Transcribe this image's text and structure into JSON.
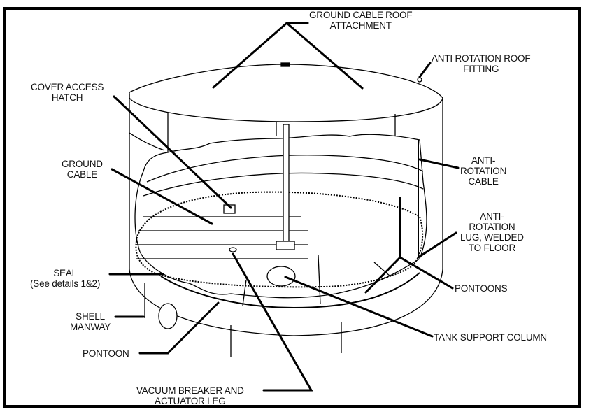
{
  "diagram": {
    "subject": "Internal floating roof storage tank (cutaway)",
    "labels": {
      "ground_cable_roof_attachment": [
        "GROUND CABLE ROOF",
        "ATTACHMENT"
      ],
      "anti_rotation_roof_fitting": [
        "ANTI ROTATION ROOF",
        "FITTING"
      ],
      "cover_access_hatch": [
        "COVER ACCESS",
        "HATCH"
      ],
      "ground_cable": [
        "GROUND",
        "CABLE"
      ],
      "anti_rotation_cable": [
        "ANTI-",
        "ROTATION",
        "CABLE"
      ],
      "anti_rotation_lug": [
        "ANTI-",
        "ROTATION",
        "LUG, WELDED",
        "TO FLOOR"
      ],
      "seal": [
        "SEAL",
        "(See details 1&2)"
      ],
      "pontoons": [
        "PONTOONS"
      ],
      "shell_manway": [
        "SHELL",
        "MANWAY"
      ],
      "tank_support_column": [
        "TANK SUPPORT COLUMN"
      ],
      "pontoon": [
        "PONTOON"
      ],
      "vacuum_breaker": [
        "VACUUM BREAKER AND",
        "ACTUATOR LEG"
      ]
    }
  }
}
